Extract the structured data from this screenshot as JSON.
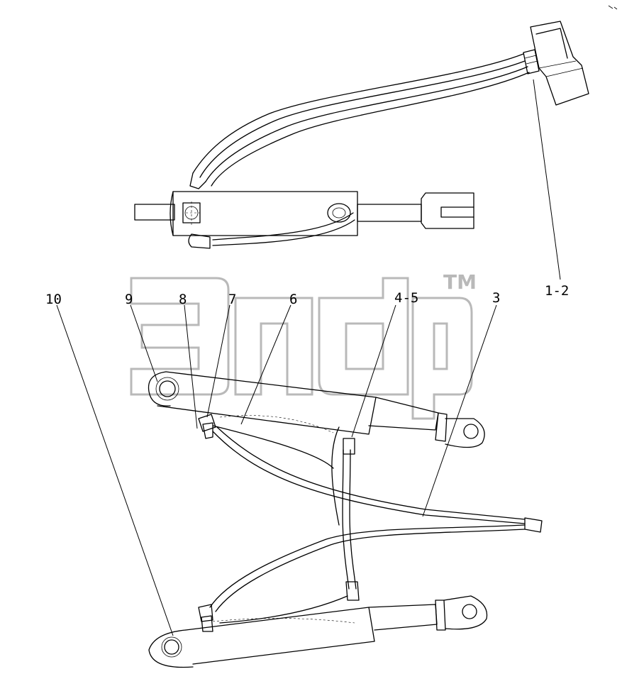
{
  "diagram": {
    "type": "parts-exploded-view",
    "subject": "hydraulic cylinder with hoses",
    "callouts": [
      "1-2",
      "3",
      "4-5",
      "6",
      "7",
      "8",
      "9",
      "10"
    ]
  },
  "watermark": {
    "tm": "TM"
  }
}
